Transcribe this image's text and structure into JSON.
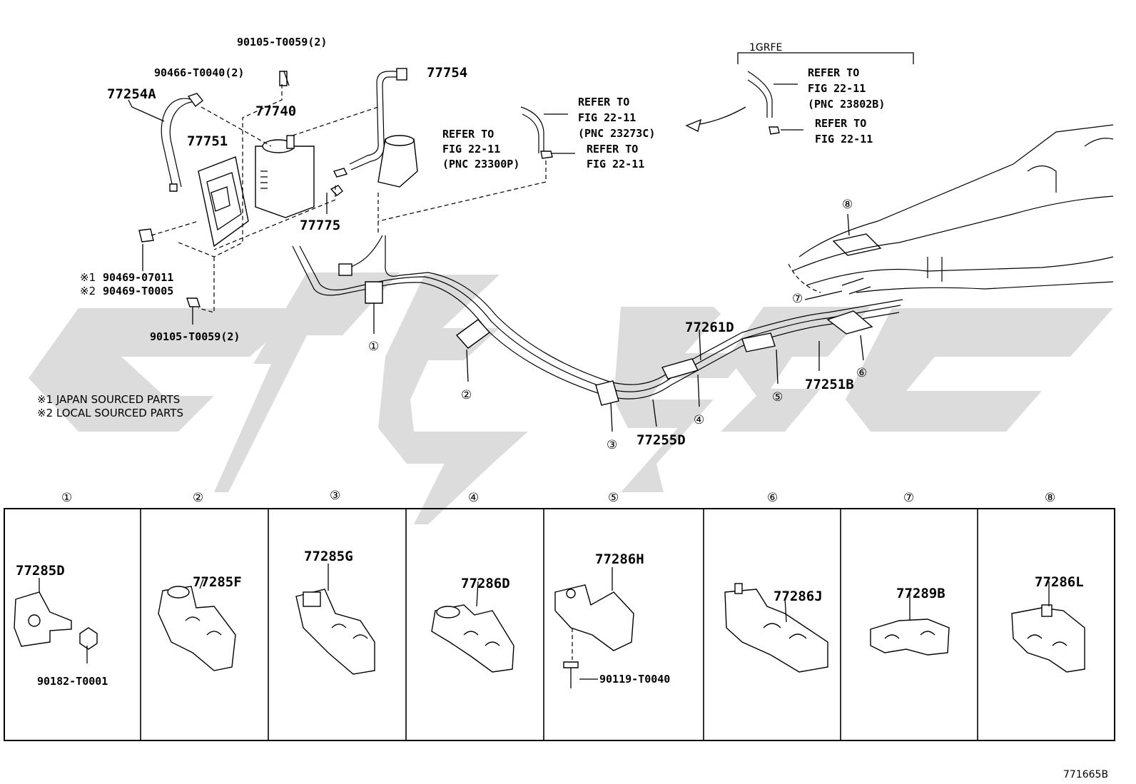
{
  "diagram": {
    "part_numbers": {
      "bolt_top": "90105-T0059(2)",
      "clip_top": "90466-T0040(2)",
      "hose_left": "77254A",
      "canister": "77740",
      "bracket": "77751",
      "hose_top": "77754",
      "valve": "77775",
      "clip_j": "90469-07011",
      "clip_l": "90469-T0005",
      "bolt_bottom": "90105-T0059(2)",
      "tube_d1": "77261D",
      "tube_b": "77251B",
      "tube_d2": "77255D"
    },
    "marks": {
      "m1": "※1",
      "m2": "※2"
    },
    "refers": {
      "r1_line1": "REFER TO",
      "r1_line2": "FIG 22-11",
      "r1_line3": "(PNC 23300P)",
      "r2_line1": "REFER TO",
      "r2_line2": "FIG 22-11",
      "r2_line3": "(PNC 23273C)",
      "r3_line1": "REFER TO",
      "r3_line2": "FIG 22-11",
      "r4_line1": "REFER TO",
      "r4_line2": "FIG 22-11",
      "r4_line3": "(PNC 23802B)",
      "r5_line1": "REFER TO",
      "r5_line2": "FIG 22-11"
    },
    "engine_code": "1GRFE",
    "notes": {
      "n1": "※1 JAPAN SOURCED PARTS",
      "n2": "※2 LOCAL SOURCED PARTS"
    },
    "callouts": [
      "①",
      "②",
      "③",
      "④",
      "⑤",
      "⑥",
      "⑦",
      "⑧"
    ],
    "clamp_panels": [
      {
        "num": "①",
        "part": "77285D",
        "extra": "90182-T0001"
      },
      {
        "num": "②",
        "part": "77285F",
        "extra": ""
      },
      {
        "num": "③",
        "part": "77285G",
        "extra": ""
      },
      {
        "num": "④",
        "part": "77286D",
        "extra": ""
      },
      {
        "num": "⑤",
        "part": "77286H",
        "extra": "90119-T0040"
      },
      {
        "num": "⑥",
        "part": "77286J",
        "extra": ""
      },
      {
        "num": "⑦",
        "part": "77289B",
        "extra": ""
      },
      {
        "num": "⑧",
        "part": "77286L",
        "extra": ""
      }
    ],
    "figure_id": "771665B"
  }
}
